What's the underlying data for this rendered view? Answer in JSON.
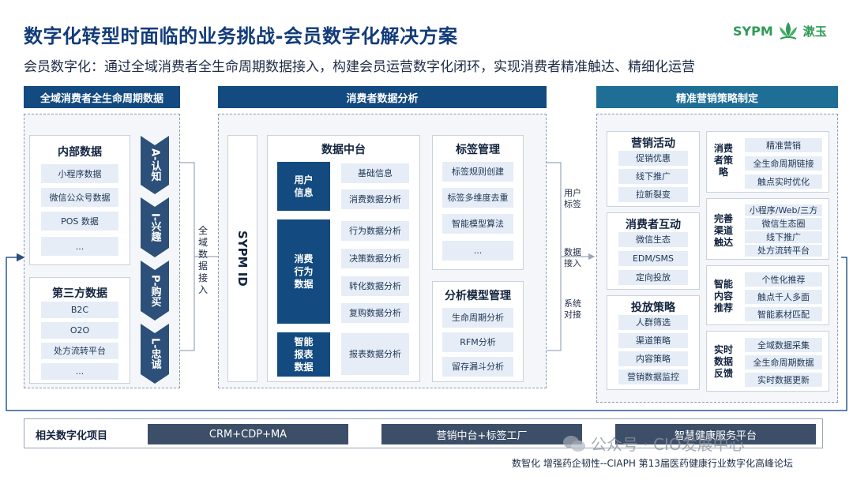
{
  "title": "数字化转型时面临的业务挑战-会员数字化解决方案",
  "subtitle": "会员数字化：通过全域消费者全生命周期数据接入，构建会员运营数字化闭环，实现消费者精准触达、精细化运营",
  "logo": {
    "en": "SYPM",
    "zh": "漱玉"
  },
  "colors": {
    "title": "#123b7a",
    "navy": "#134a7f",
    "teal": "#1f6e96",
    "brand_green": "#2e9a55"
  },
  "sections": {
    "left_header": "全域消费者全生命周期数据",
    "middle_header": "消费者数据分析",
    "right_header": "精准营销策略制定"
  },
  "left": {
    "internal": {
      "title": "内部数据",
      "items": [
        "小程序数据",
        "微信公众号数据",
        "POS 数据",
        "..."
      ]
    },
    "third": {
      "title": "第三方数据",
      "items": [
        "B2C",
        "O2O",
        "处方流转平台",
        "..."
      ]
    },
    "chevrons": [
      "A-认知",
      "I-兴趣",
      "P-购买",
      "L-忠诚"
    ],
    "flow_label": "全域数据接入"
  },
  "middle": {
    "sypm_id": "SYPM ID",
    "data_center": {
      "title": "数据中台",
      "groups": [
        {
          "label": "用户信息",
          "items": [
            "基础信息",
            "消费数据分析"
          ]
        },
        {
          "label": "消费行为数据",
          "items": [
            "行为数据分析",
            "决策数据分析",
            "转化数据分析",
            "复购数据分析"
          ]
        },
        {
          "label": "智能报表数据",
          "items": [
            "报表数据分析"
          ]
        }
      ]
    },
    "tag_mgmt": {
      "title": "标签管理",
      "items": [
        "标签规则创建",
        "标签多维度去重",
        "智能模型算法",
        "..."
      ]
    },
    "model_mgmt": {
      "title": "分析模型管理",
      "items": [
        "生命周期分析",
        "RFM分析",
        "留存漏斗分析"
      ]
    },
    "right_labels": [
      "用户标签",
      "数据接入",
      "系统对接"
    ]
  },
  "right": {
    "left_col": [
      {
        "title": "营销活动",
        "items": [
          "促销优惠",
          "线下推广",
          "拉新裂变"
        ]
      },
      {
        "title": "消费者互动",
        "items": [
          "微信生态",
          "EDM/SMS",
          "定向投放"
        ]
      },
      {
        "title": "投放策略",
        "items": [
          "人群筛选",
          "渠道策略",
          "内容策略",
          "营销数据监控"
        ]
      }
    ],
    "right_col": [
      {
        "label": "消费者策略",
        "items": [
          "精准营销",
          "全生命周期链接",
          "触点实时优化"
        ]
      },
      {
        "label": "完善渠道触达",
        "items": [
          "小程序/Web/三方",
          "微信生态圈",
          "线下推广",
          "处方流转平台"
        ]
      },
      {
        "label": "智能内容推荐",
        "items": [
          "个性化推荐",
          "触点千人多面",
          "智能素材匹配"
        ]
      },
      {
        "label": "实时数据反馈",
        "items": [
          "全域数据采集",
          "全生命周期数据",
          "实时数据更新"
        ]
      }
    ]
  },
  "bottom": {
    "label": "相关数字化项目",
    "projects": [
      "CRM+CDP+MA",
      "营销中台+标签工厂",
      "智慧健康服务平台"
    ],
    "watermark": "公众号 · CIO发展中心",
    "footer": "数智化 增强药企韧性--CIAPH 第13届医药健康行业数字化高峰论坛"
  }
}
